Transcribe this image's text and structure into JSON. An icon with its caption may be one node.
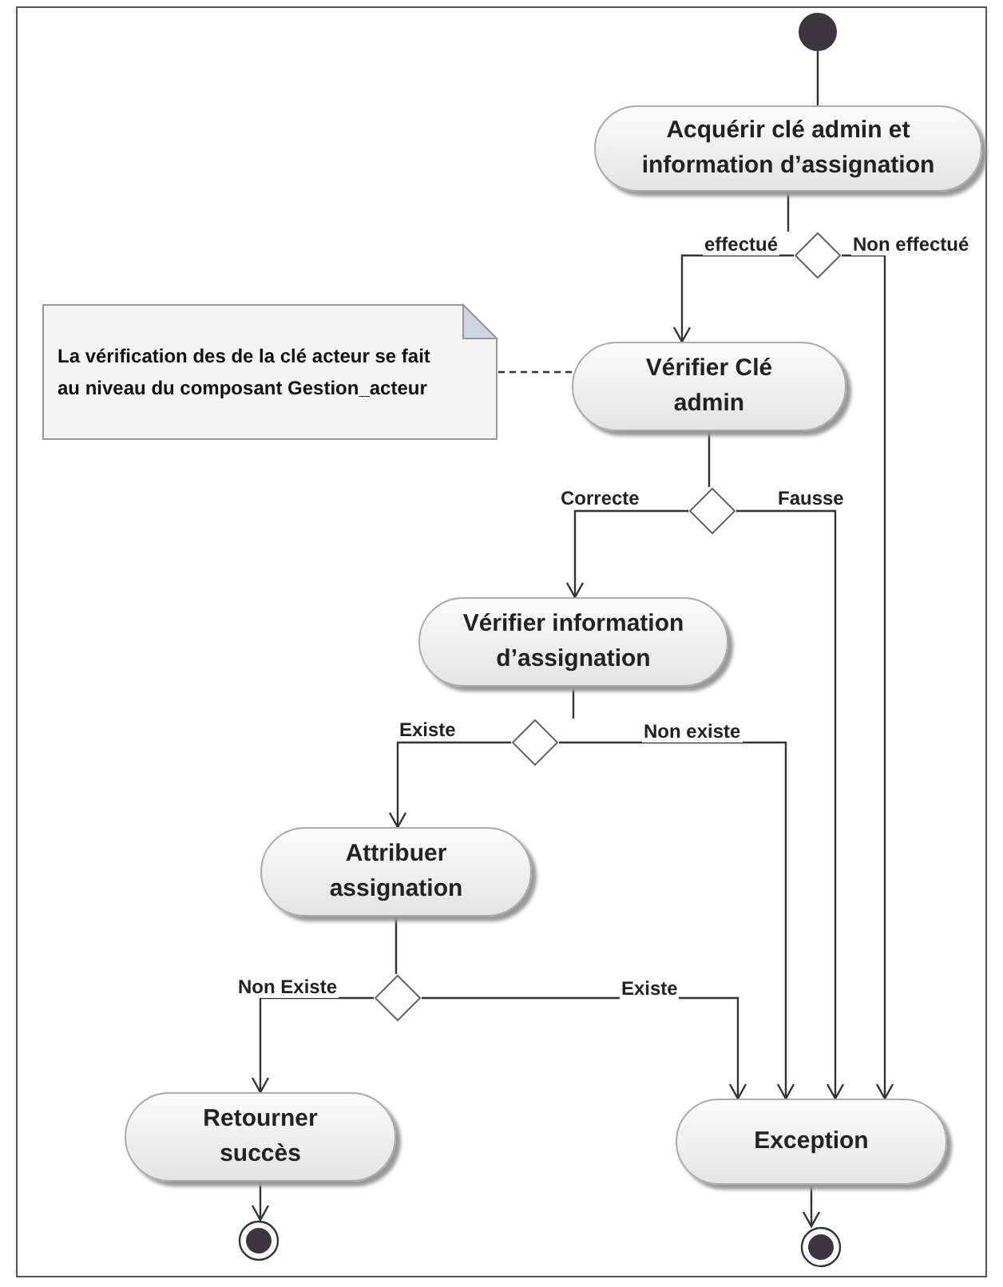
{
  "diagram": {
    "nodes": [
      {
        "text": [],
        "shape": "circle"
      },
      {
        "text": [
          "Acquérir clé admin et information d’assignation"
        ]
      },
      {
        "text": [],
        "shape": "diamond"
      },
      {
        "text": [
          "La vérification des de la clé acteur se fait au niveau du composant Gestion_acteur"
        ]
      },
      {
        "text": [
          "Vérifier Clé admin"
        ]
      },
      {
        "text": [],
        "shape": "diamond"
      },
      {
        "text": [
          "Vérifier information d’assignation"
        ]
      },
      {
        "text": [],
        "shape": "diamond"
      },
      {
        "text": [
          "Attribuer assignation"
        ]
      },
      {
        "text": [],
        "shape": "diamond"
      },
      {
        "text": [
          "Retourner succès"
        ]
      },
      {
        "text": [
          "Exception"
        ]
      },
      {
        "text": [],
        "shape": "circle"
      },
      {
        "text": [],
        "shape": "circle"
      }
    ],
    "edges": [
      {
        "from": 0,
        "to": 1,
        "arrow": "none"
      },
      {
        "from": 1,
        "to": 2,
        "arrow": "none"
      },
      {
        "from": 2,
        "to": 4,
        "arrow": "to",
        "label": "effectué"
      },
      {
        "from": 2,
        "to": 11,
        "arrow": "to",
        "label": "Non effectué"
      },
      {
        "from": 3,
        "to": 4,
        "arrow": "none",
        "style": "dashed"
      },
      {
        "from": 4,
        "to": 5,
        "arrow": "none"
      },
      {
        "from": 5,
        "to": 6,
        "arrow": "to",
        "label": "Correcte"
      },
      {
        "from": 5,
        "to": 11,
        "arrow": "to",
        "label": "Fausse"
      },
      {
        "from": 6,
        "to": 7,
        "arrow": "none"
      },
      {
        "from": 7,
        "to": 8,
        "arrow": "to",
        "label": "Existe"
      },
      {
        "from": 7,
        "to": 11,
        "arrow": "to",
        "label": "Non existe"
      },
      {
        "from": 8,
        "to": 9,
        "arrow": "none"
      },
      {
        "from": 9,
        "to": 10,
        "arrow": "to",
        "label": "Non Existe"
      },
      {
        "from": 9,
        "to": 11,
        "arrow": "to",
        "label": "Existe"
      },
      {
        "from": 10,
        "to": 12,
        "arrow": "to"
      },
      {
        "from": 11,
        "to": 13,
        "arrow": "to"
      }
    ]
  }
}
